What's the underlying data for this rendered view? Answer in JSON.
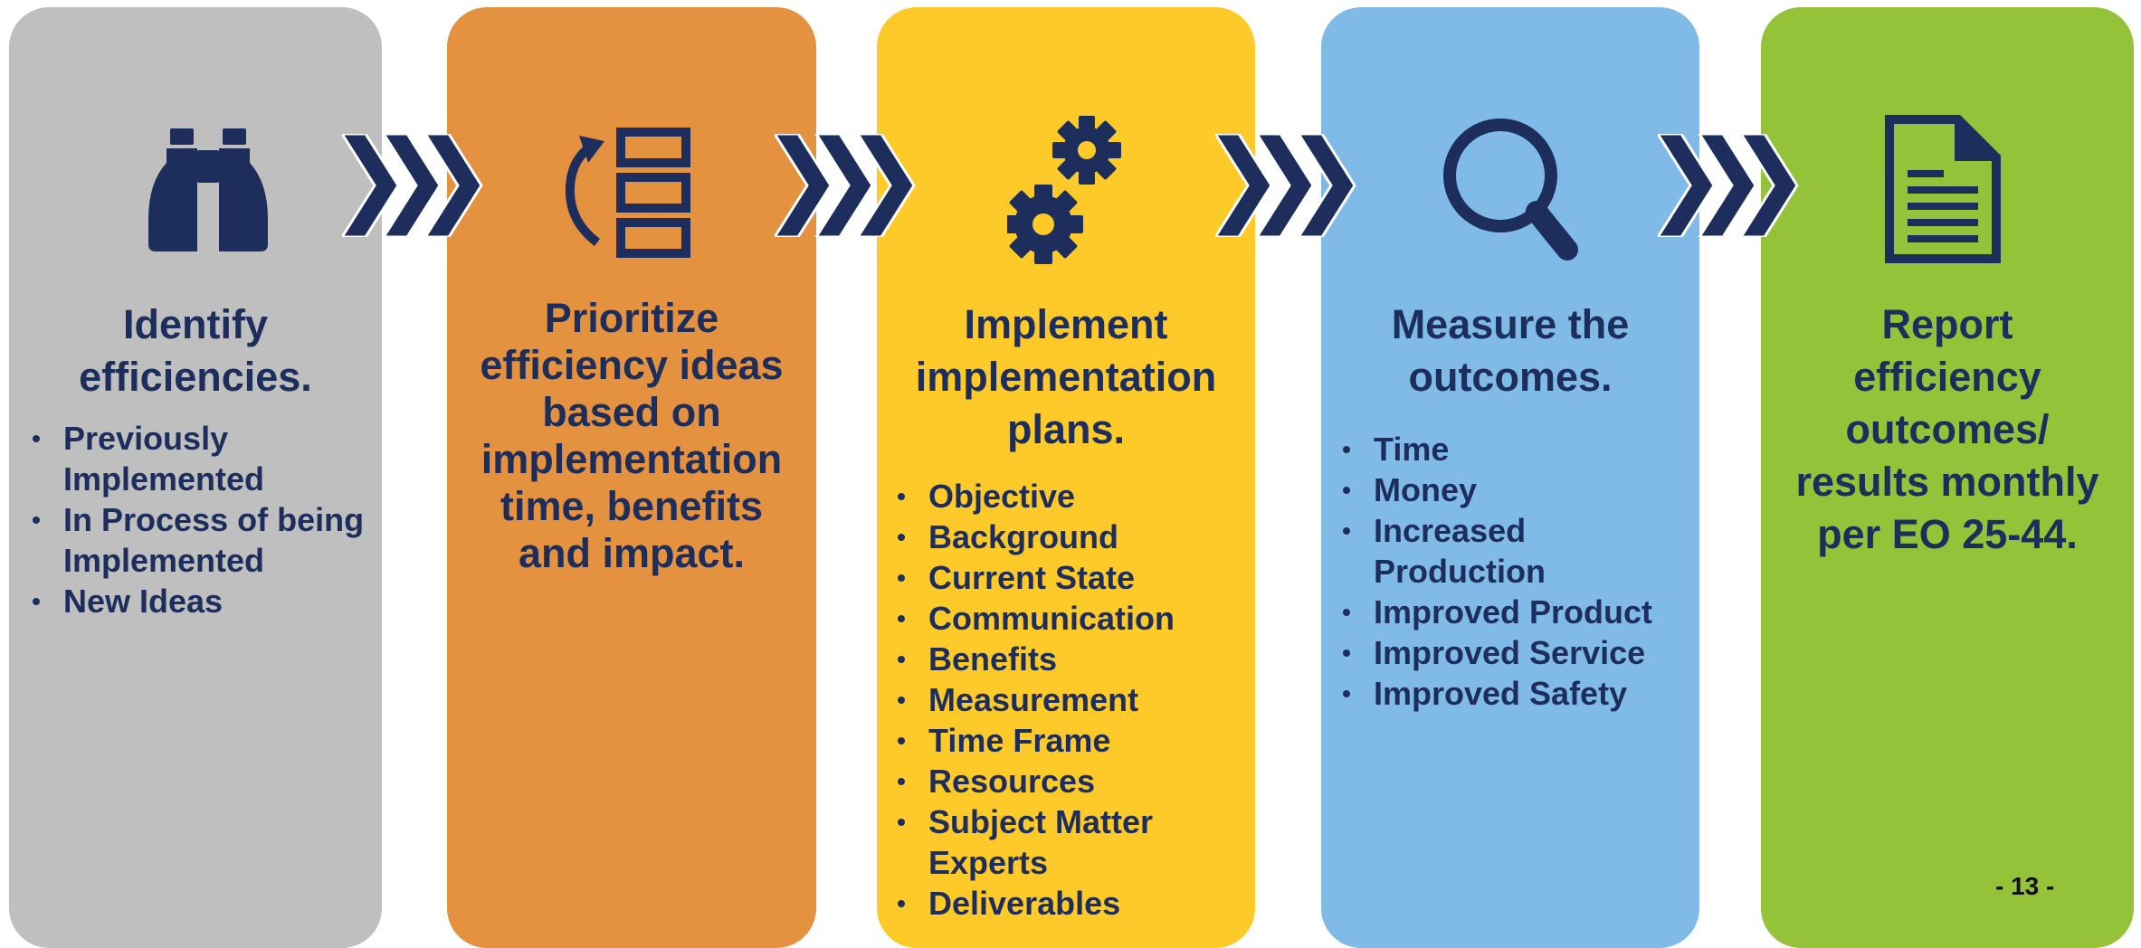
{
  "steps": [
    {
      "title_lines": [
        "Identify",
        "efficiencies."
      ],
      "icon": "binoculars-icon",
      "color": "#bfbfbf",
      "bullets": [
        [
          "Previously",
          "Implemented"
        ],
        [
          "In Process of being",
          "Implemented"
        ],
        [
          "New Ideas"
        ]
      ]
    },
    {
      "title_lines": [
        "Prioritize",
        "efficiency ideas",
        "based on",
        "implementation",
        "time, benefits",
        "and impact."
      ],
      "icon": "prioritize-list-icon",
      "color": "#e49240",
      "bullets": []
    },
    {
      "title_lines": [
        "Implement",
        "implementation",
        "plans."
      ],
      "icon": "gears-icon",
      "color": "#fdca29",
      "bullets": [
        [
          "Objective"
        ],
        [
          "Background"
        ],
        [
          "Current State"
        ],
        [
          "Communication"
        ],
        [
          "Benefits"
        ],
        [
          "Measurement"
        ],
        [
          "Time Frame"
        ],
        [
          "Resources"
        ],
        [
          "Subject Matter",
          "Experts"
        ],
        [
          "Deliverables"
        ]
      ]
    },
    {
      "title_lines": [
        "Measure the",
        "outcomes."
      ],
      "icon": "magnifier-icon",
      "color": "#80bbe7",
      "bullets": [
        [
          "Time"
        ],
        [
          "Money"
        ],
        [
          "Increased",
          "Production"
        ],
        [
          "Improved Product"
        ],
        [
          "Improved Service"
        ],
        [
          "Improved Safety"
        ]
      ]
    },
    {
      "title_lines": [
        "Report",
        "efficiency",
        "outcomes/",
        "results monthly",
        "per EO 25-44."
      ],
      "icon": "document-icon",
      "color": "#94c33a",
      "bullets": []
    }
  ],
  "connector_icon": "triple-chevron-arrow-icon",
  "accent_color": "#1d2e5c",
  "page_number": "- 13 -"
}
